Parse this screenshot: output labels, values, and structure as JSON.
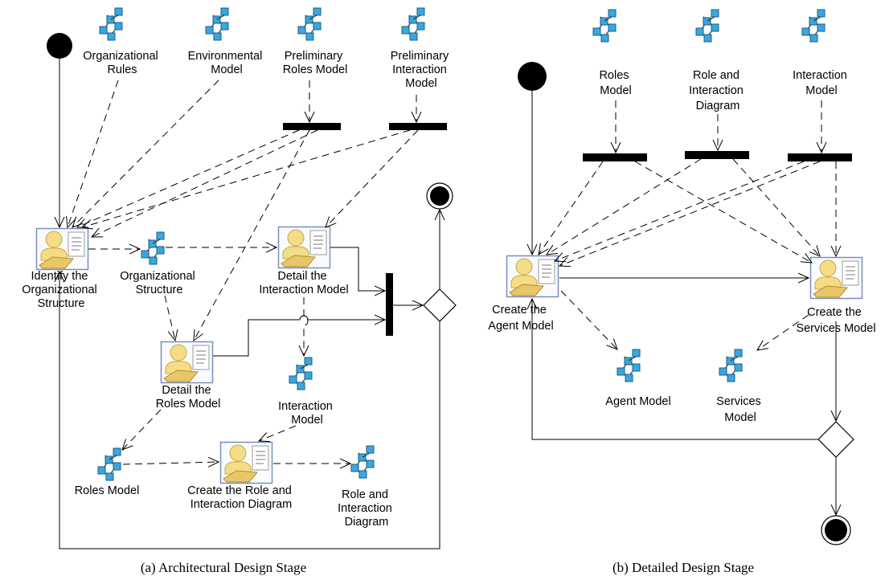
{
  "colors": {
    "model_icon_fill": "#3aa7de",
    "model_icon_stroke": "#1b5f85",
    "activity_icon_fill": "#f5dc86",
    "activity_icon_border": "#7a8fbf",
    "line": "#000000"
  },
  "icons": {
    "model": "model-icon",
    "activity": "activity-icon",
    "start": "start-node-icon",
    "end": "end-node-icon",
    "fork": "fork-bar",
    "decision": "decision-diamond"
  },
  "stage_a": {
    "caption": "(a)  Architectural Design Stage",
    "inputs": {
      "organizational_rules": [
        "Organizational",
        "Rules"
      ],
      "environmental_model": [
        "Environmental",
        "Model"
      ],
      "preliminary_roles_model": [
        "Preliminary",
        "Roles Model"
      ],
      "preliminary_interaction_model": [
        "Preliminary",
        "Interaction",
        "Model"
      ]
    },
    "activities": {
      "identify_org_structure": [
        "Identify  the",
        "Organizational",
        "Structure"
      ],
      "detail_interaction_model": [
        "Detail the",
        "Interaction Model"
      ],
      "detail_roles_model": [
        "Detail the",
        "Roles Model"
      ],
      "create_role_interaction_diagram": [
        "Create the Role and",
        "Interaction Diagram"
      ]
    },
    "products": {
      "organizational_structure": [
        "Organizational",
        "Structure"
      ],
      "interaction_model": [
        "Interaction",
        "Model"
      ],
      "roles_model": [
        "Roles Model"
      ],
      "role_interaction_diagram": [
        "Role and",
        "Interaction",
        "Diagram"
      ]
    }
  },
  "stage_b": {
    "caption": "(b)  Detailed Design Stage",
    "inputs": {
      "roles_model": [
        "Roles",
        "Model"
      ],
      "role_interaction_diagram": [
        "Role and",
        "Interaction",
        "Diagram"
      ],
      "interaction_model": [
        "Interaction",
        "Model"
      ]
    },
    "activities": {
      "create_agent_model": [
        "Create   the",
        "Agent Model"
      ],
      "create_services_model": [
        "Create the",
        "Services Model"
      ]
    },
    "products": {
      "agent_model": [
        "Agent Model"
      ],
      "services_model": [
        "Services",
        "Model"
      ]
    }
  }
}
